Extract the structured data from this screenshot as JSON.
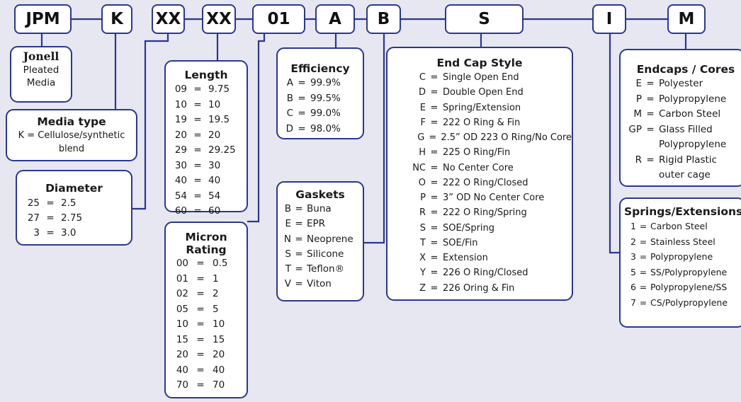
{
  "code_segments": [
    "JPM",
    "K",
    "XX",
    "XX",
    "01",
    "A",
    "B",
    "S",
    "I",
    "M"
  ],
  "jonell": {
    "brand": "Jonell",
    "line1": "Pleated",
    "line2": "Media"
  },
  "media_type": {
    "title": "Media type",
    "line1": "K = Cellulose/synthetic",
    "line2": "blend"
  },
  "diameter": {
    "title": "Diameter",
    "rows": [
      {
        "k": "25",
        "v": "2.5"
      },
      {
        "k": "27",
        "v": "2.75"
      },
      {
        "k": "3",
        "v": "3.0"
      }
    ]
  },
  "length": {
    "title": "Length",
    "rows": [
      {
        "k": "09",
        "v": "9.75"
      },
      {
        "k": "10",
        "v": "10"
      },
      {
        "k": "19",
        "v": "19.5"
      },
      {
        "k": "20",
        "v": "20"
      },
      {
        "k": "29",
        "v": "29.25"
      },
      {
        "k": "30",
        "v": "30"
      },
      {
        "k": "40",
        "v": "40"
      },
      {
        "k": "54",
        "v": "54"
      },
      {
        "k": "60",
        "v": "60"
      }
    ]
  },
  "micron": {
    "title_line1": "Micron",
    "title_line2": "Rating",
    "rows": [
      {
        "k": "00",
        "v": "0.5"
      },
      {
        "k": "01",
        "v": "1"
      },
      {
        "k": "02",
        "v": "2"
      },
      {
        "k": "05",
        "v": "5"
      },
      {
        "k": "10",
        "v": "10"
      },
      {
        "k": "15",
        "v": "15"
      },
      {
        "k": "20",
        "v": "20"
      },
      {
        "k": "40",
        "v": "40"
      },
      {
        "k": "70",
        "v": "70"
      }
    ]
  },
  "efficiency": {
    "title": "Efficiency",
    "rows": [
      {
        "k": "A",
        "v": "99.9%"
      },
      {
        "k": "B",
        "v": "99.5%"
      },
      {
        "k": "C",
        "v": "99.0%"
      },
      {
        "k": "D",
        "v": "98.0%"
      }
    ]
  },
  "gaskets": {
    "title": "Gaskets",
    "rows": [
      {
        "k": "B",
        "v": "Buna"
      },
      {
        "k": "E",
        "v": "EPR"
      },
      {
        "k": "N",
        "v": "Neoprene"
      },
      {
        "k": "S",
        "v": "Silicone"
      },
      {
        "k": "T",
        "v": "Teflon®"
      },
      {
        "k": "V",
        "v": "Viton"
      }
    ]
  },
  "end_cap": {
    "title": "End Cap Style",
    "rows": [
      {
        "k": "C",
        "v": "Single Open End"
      },
      {
        "k": "D",
        "v": "Double Open End"
      },
      {
        "k": "E",
        "v": "Spring/Extension"
      },
      {
        "k": "F",
        "v": "222 O Ring & Fin"
      },
      {
        "k": "G",
        "v": "2.5” OD 223 O Ring/No Core"
      },
      {
        "k": "H",
        "v": "225 O Ring/Fin"
      },
      {
        "k": "NC",
        "v": "No Center Core"
      },
      {
        "k": "O",
        "v": "222 O Ring/Closed"
      },
      {
        "k": "P",
        "v": "3” OD No Center Core"
      },
      {
        "k": "R",
        "v": "222 O  Ring/Spring"
      },
      {
        "k": "S",
        "v": "SOE/Spring"
      },
      {
        "k": "T",
        "v": "SOE/Fin"
      },
      {
        "k": "X",
        "v": "Extension"
      },
      {
        "k": "Y",
        "v": "226 O Ring/Closed"
      },
      {
        "k": "Z",
        "v": "226 Oring & Fin"
      }
    ]
  },
  "endcaps_cores": {
    "title": "Endcaps / Cores",
    "rows": [
      {
        "k": "E",
        "v": "Polyester"
      },
      {
        "k": "P",
        "v": "Polypropylene"
      },
      {
        "k": "M",
        "v": "Carbon Steel"
      },
      {
        "k": "GP",
        "v": "Glass Filled"
      },
      {
        "k": "",
        "v": "Polypropylene"
      },
      {
        "k": "R",
        "v": "Rigid Plastic"
      },
      {
        "k": "",
        "v": "outer cage"
      }
    ]
  },
  "springs": {
    "title": "Springs/Extensions",
    "rows": [
      {
        "k": "1",
        "v": "Carbon Steel"
      },
      {
        "k": "2",
        "v": "Stainless Steel"
      },
      {
        "k": "3",
        "v": "Polypropylene"
      },
      {
        "k": "5",
        "v": "SS/Polypropylene"
      },
      {
        "k": "6",
        "v": "Polypropylene/SS"
      },
      {
        "k": "7",
        "v": "CS/Polypropylene"
      }
    ]
  },
  "colors": {
    "border": "#2b3791",
    "background": "#e6e7f1"
  }
}
